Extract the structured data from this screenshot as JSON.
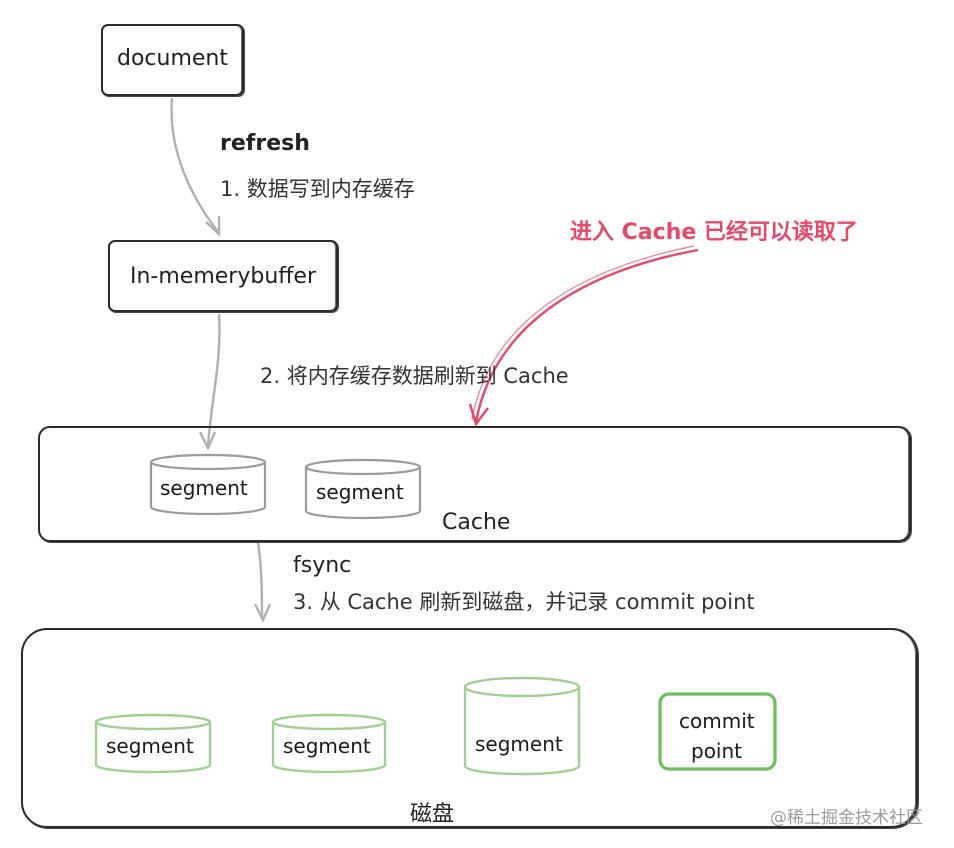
{
  "document_node": {
    "label": "document"
  },
  "buffer_node": {
    "label": "In-memerybuffer"
  },
  "step1": {
    "keyword": "refresh",
    "text": "1. 数据写到内存缓存"
  },
  "step2": {
    "text": "2. 将内存缓存数据刷新到 Cache"
  },
  "step3": {
    "keyword": "fsync",
    "text": "3. 从 Cache 刷新到磁盘，并记录 commit point"
  },
  "annotation": {
    "text": "进入 Cache 已经可以读取了",
    "color": "#e8476a"
  },
  "cache_box": {
    "label": "Cache",
    "segments": [
      "segment",
      "segment"
    ],
    "segment_color": "#9a9a9a"
  },
  "disk_box": {
    "label": "磁盘",
    "segments": [
      "segment",
      "segment",
      "segment"
    ],
    "segment_color": "#9ed08f",
    "commit_point": {
      "line1": "commit",
      "line2": "point",
      "color": "#6cbf5b"
    }
  },
  "watermark": "@稀土掘金技术社区"
}
